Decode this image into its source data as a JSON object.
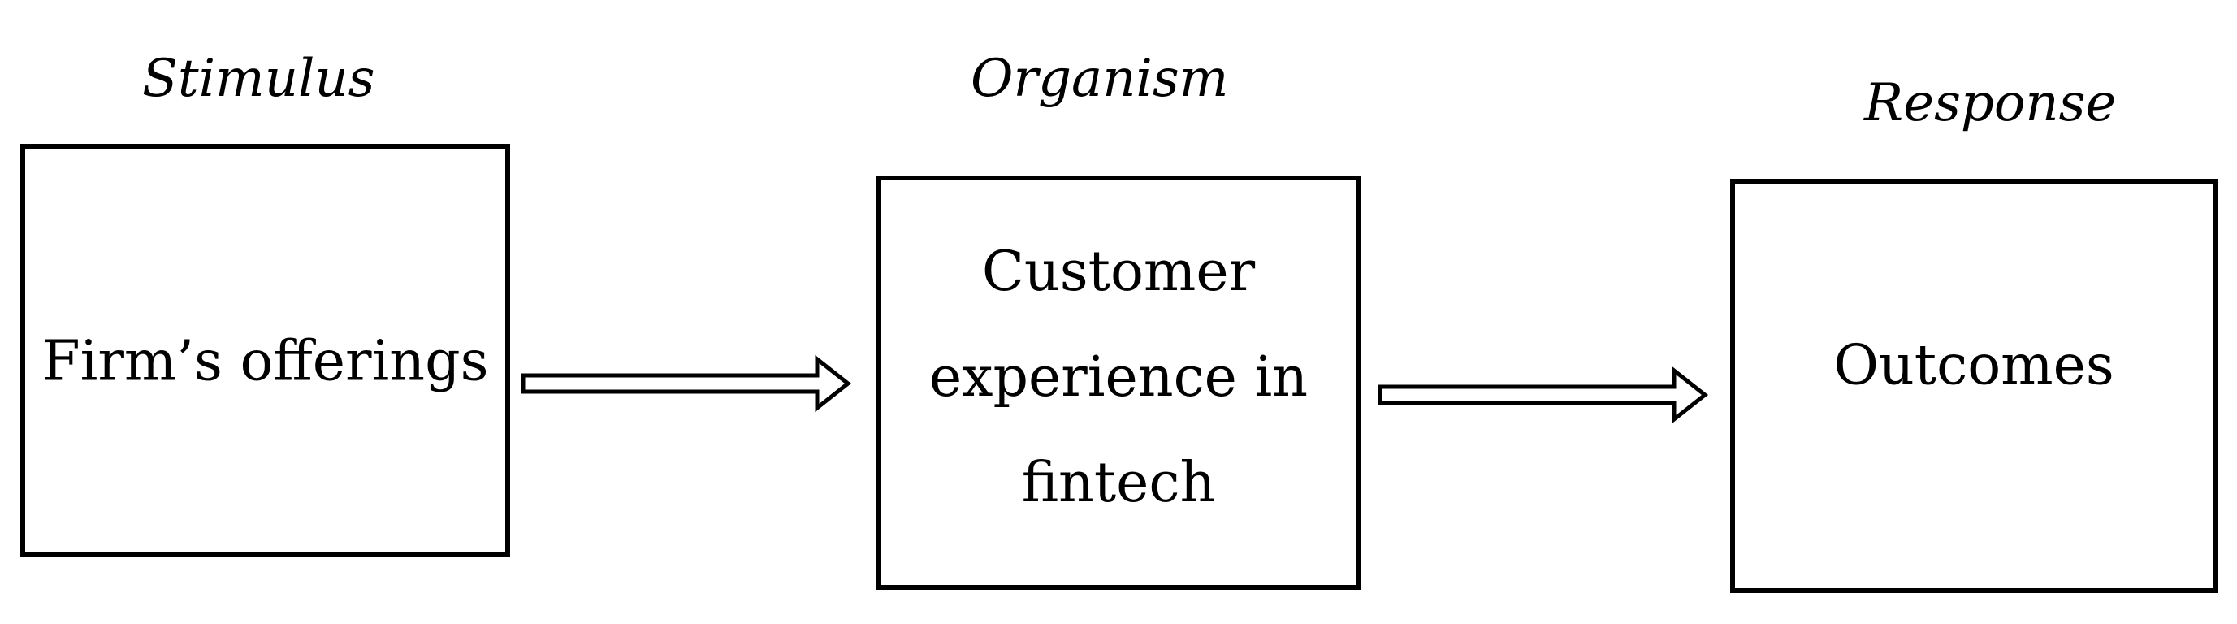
{
  "stages": {
    "stimulus": {
      "label": "Stimulus",
      "text": "Firm’s offerings"
    },
    "organism": {
      "label": "Organism",
      "lines": [
        "Customer",
        "experience in",
        "fintech"
      ]
    },
    "response": {
      "label": "Response",
      "text": "Outcomes"
    }
  },
  "colors": {
    "stroke": "#000000",
    "background": "#ffffff"
  }
}
